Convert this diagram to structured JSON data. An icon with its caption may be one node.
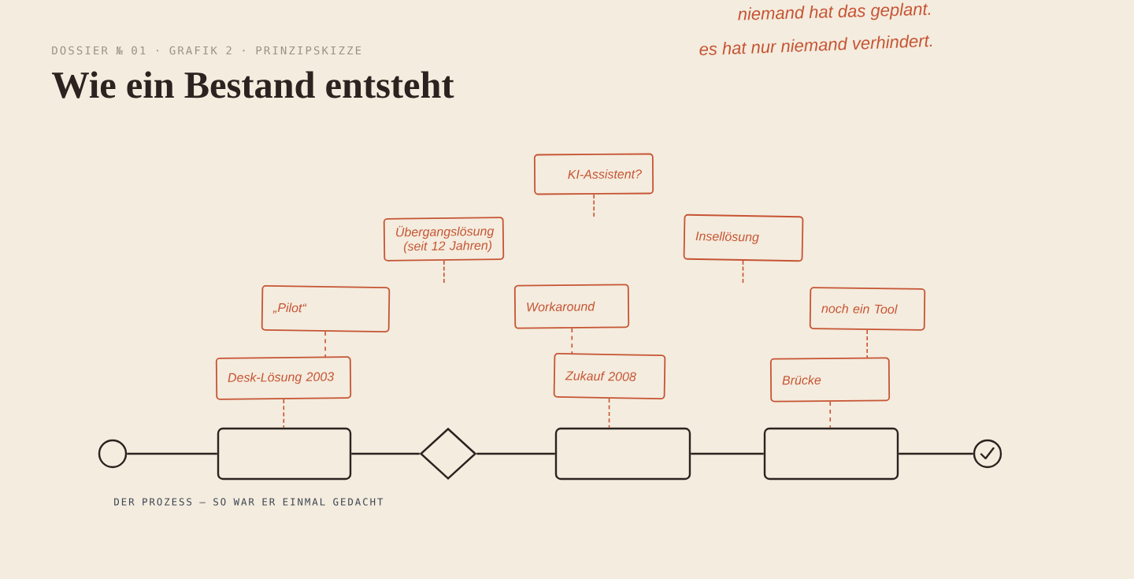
{
  "diagram": {
    "title": "Wie ein Bestand entsteht",
    "nodes": [
      {
        "text": [
          "KI-Assistent?"
        ]
      },
      {
        "text": [
          "Übergangslösung (seit 12 Jahren)"
        ]
      },
      {
        "text": [
          "Insellösung"
        ]
      },
      {
        "text": [
          "„Pilot“"
        ]
      },
      {
        "text": [
          "Workaround"
        ]
      },
      {
        "text": [
          "noch ein Tool"
        ]
      },
      {
        "text": [
          "Desk-Lösung 2003"
        ]
      },
      {
        "text": [
          "Zukauf 2008"
        ]
      },
      {
        "text": [
          "Brücke"
        ]
      },
      {
        "text": [],
        "shape": "circle"
      },
      {
        "text": [],
        "shape": "box"
      },
      {
        "text": [],
        "shape": "diamond"
      },
      {
        "text": [],
        "shape": "box"
      },
      {
        "text": [],
        "shape": "box"
      },
      {
        "text": [],
        "shape": "circle"
      }
    ],
    "edges": [
      {
        "from": 9,
        "to": 10,
        "arrow": "none",
        "color": "#2b231f"
      },
      {
        "from": 10,
        "to": 11,
        "arrow": "none",
        "color": "#2b231f"
      },
      {
        "from": 11,
        "to": 12,
        "arrow": "none",
        "color": "#2b231f"
      },
      {
        "from": 12,
        "to": 13,
        "arrow": "none",
        "color": "#2b231f"
      },
      {
        "from": 13,
        "to": 14,
        "arrow": "none",
        "color": "#2b231f"
      },
      {
        "from": 6,
        "to": 10,
        "arrow": "none",
        "style": "dashed",
        "color": "#c65434"
      },
      {
        "from": 3,
        "to": 6,
        "arrow": "none",
        "style": "dashed",
        "color": "#c65434"
      },
      {
        "from": 1,
        "to": null,
        "arrow": "none",
        "style": "dashed",
        "color": "#c65434"
      },
      {
        "from": 7,
        "to": 12,
        "arrow": "none",
        "style": "dashed",
        "color": "#c65434"
      },
      {
        "from": 4,
        "to": 7,
        "arrow": "none",
        "style": "dashed",
        "color": "#c65434"
      },
      {
        "from": 0,
        "to": null,
        "arrow": "none",
        "style": "dashed",
        "color": "#c65434"
      },
      {
        "from": 2,
        "to": null,
        "arrow": "none",
        "style": "dashed",
        "color": "#c65434"
      },
      {
        "from": 5,
        "to": 8,
        "arrow": "none",
        "style": "dashed",
        "color": "#c65434"
      },
      {
        "from": 8,
        "to": 13,
        "arrow": "none",
        "style": "dashed",
        "color": "#c65434"
      }
    ],
    "labels": [
      "DOSSIER № 01 · GRAFIK 2 · PRINZIPSKIZZE",
      "niemand hat das geplant.",
      "es hat nur niemand verhindert.",
      "DER PROZESS — SO WAR ER EINMAL GEDACHT"
    ]
  }
}
